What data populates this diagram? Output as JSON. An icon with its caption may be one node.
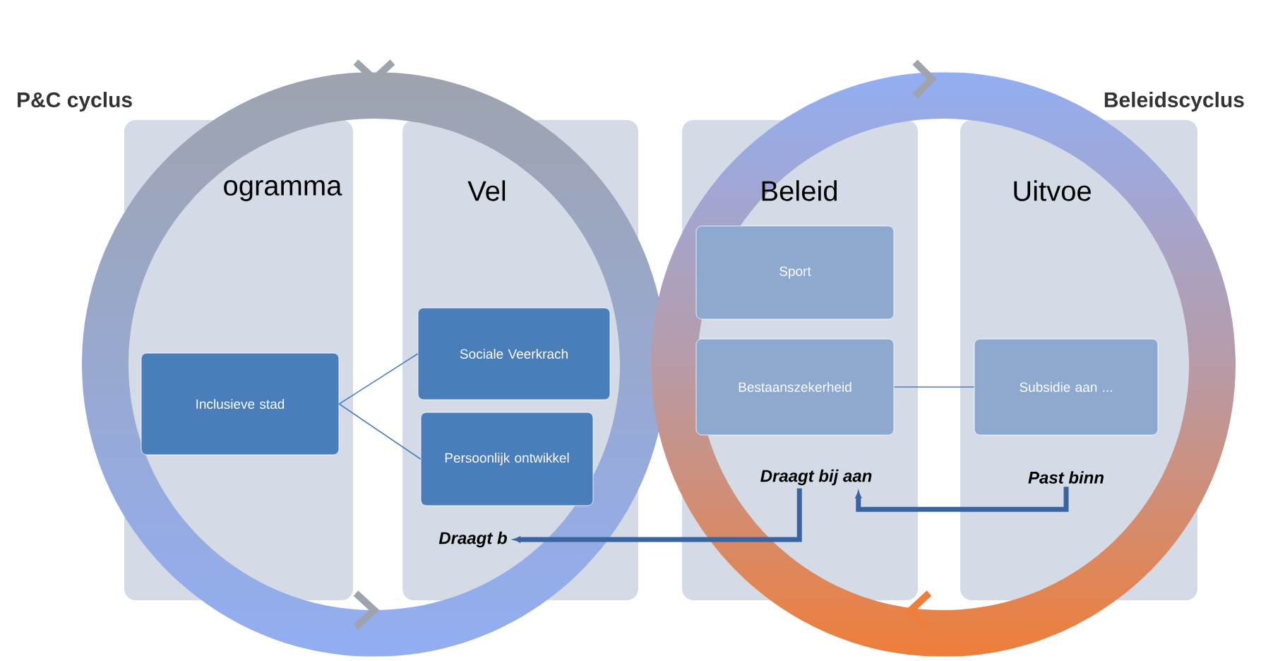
{
  "diagram": {
    "nodes": [
      {
        "text": [
          "ogramma"
        ]
      },
      {
        "text": [
          "Vel"
        ]
      },
      {
        "text": [
          "Beleid"
        ]
      },
      {
        "text": [
          "Uitvoe"
        ]
      },
      {
        "text": [
          "Inclusieve stad"
        ],
        "in": 0
      },
      {
        "text": [
          "Sociale Veerkrach"
        ],
        "in": 1
      },
      {
        "text": [
          "Persoonlijk ontwikkel"
        ],
        "in": 1
      },
      {
        "text": [
          "Draagt b"
        ],
        "in": 1
      },
      {
        "text": [
          "Sport"
        ],
        "in": 2
      },
      {
        "text": [
          "Bestaanszekerheid"
        ],
        "in": 2
      },
      {
        "text": [
          "Draagt bij aan"
        ],
        "in": 2
      },
      {
        "text": [
          "Subsidie aan ..."
        ],
        "in": 3
      },
      {
        "text": [
          "Past binn"
        ],
        "in": 3
      }
    ],
    "edges": [
      {
        "from": 4,
        "to": 5,
        "arrow": "none"
      },
      {
        "from": 4,
        "to": 6,
        "arrow": "none"
      },
      {
        "from": 9,
        "to": 11,
        "arrow": "none"
      },
      {
        "from": 12,
        "to": 10,
        "arrow": "to",
        "style": "thick"
      },
      {
        "from": 10,
        "to": 7,
        "arrow": "to",
        "style": "thick"
      }
    ],
    "labels": [
      "P&C cyclus",
      "Beleidscyclus"
    ]
  }
}
